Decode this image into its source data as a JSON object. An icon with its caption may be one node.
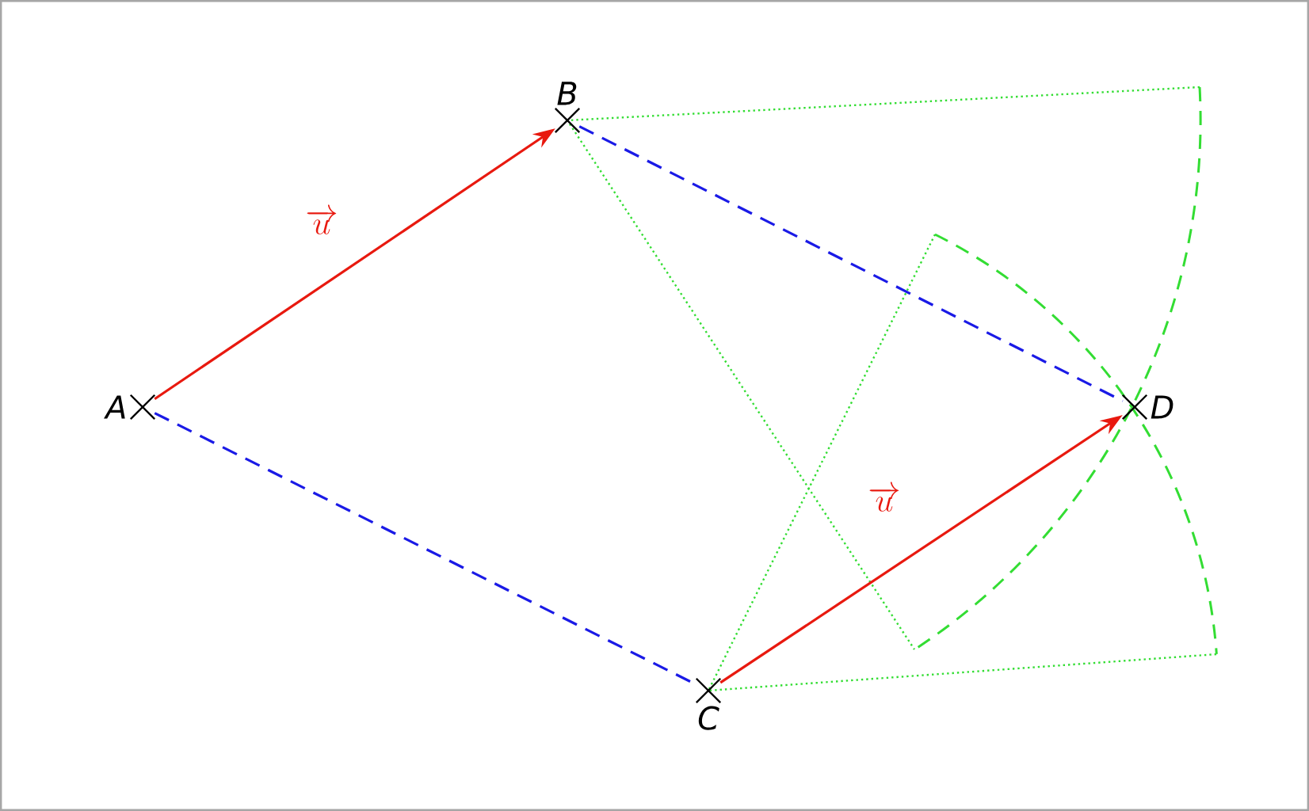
{
  "diagram": {
    "nodes": [
      {
        "text": [
          "A"
        ]
      },
      {
        "text": [
          "B"
        ]
      },
      {
        "text": [
          "C"
        ]
      },
      {
        "text": [
          "D"
        ]
      }
    ],
    "edges": [
      {
        "from": 0,
        "to": 1,
        "arrow": "to",
        "label": "\\overrightarrow{u}",
        "color": "#e8190f"
      },
      {
        "from": 2,
        "to": 3,
        "arrow": "to",
        "label": "\\overrightarrow{u}",
        "color": "#e8190f"
      },
      {
        "from": 0,
        "to": 2,
        "arrow": "none",
        "style": "dashed",
        "color": "#1a1ae6"
      },
      {
        "from": 1,
        "to": 3,
        "arrow": "none",
        "style": "dashed",
        "color": "#1a1ae6"
      }
    ]
  }
}
